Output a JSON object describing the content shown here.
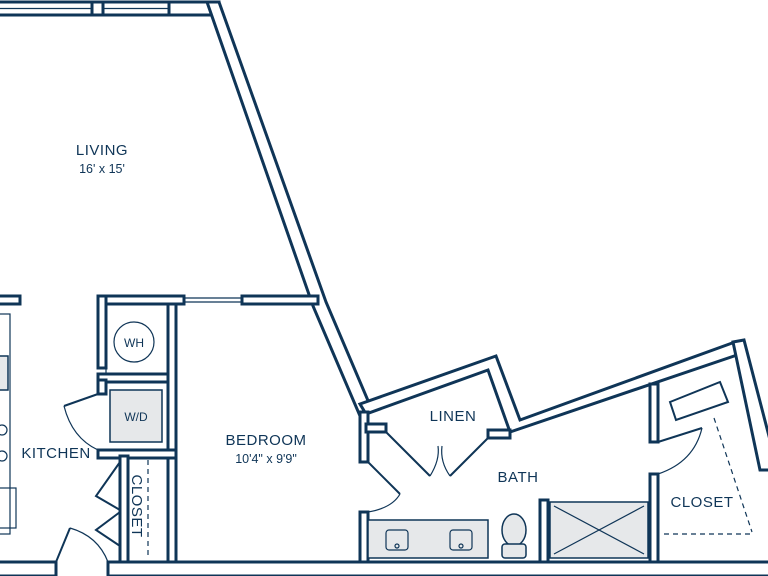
{
  "rooms": {
    "living": {
      "name": "LIVING",
      "dims": "16' x 15'"
    },
    "bedroom": {
      "name": "BEDROOM",
      "dims": "10'4\" x 9'9\""
    },
    "kitchen": {
      "name": "KITCHEN"
    },
    "linen": {
      "name": "LINEN"
    },
    "bath": {
      "name": "BATH"
    },
    "closet_hall": {
      "name": "CLOSET"
    },
    "closet_bath": {
      "name": "CLOSET"
    }
  },
  "appliances": {
    "water_heater": "WH",
    "washer_dryer": "W/D"
  },
  "colors": {
    "wall": "#0f3557",
    "fixture_fill": "#e6e8ea",
    "background": "#ffffff"
  }
}
